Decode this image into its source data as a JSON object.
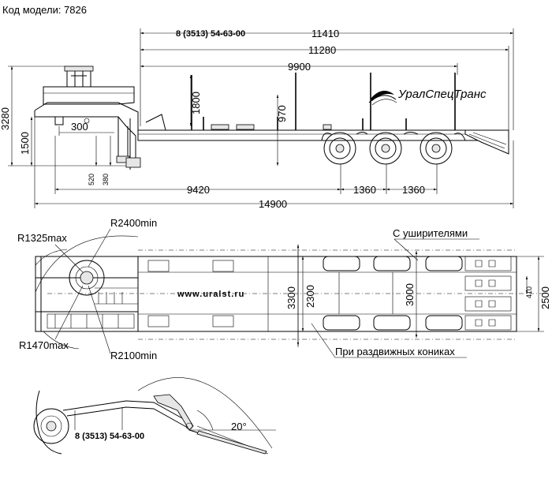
{
  "model_code": "Код модели: 7826",
  "phone": "8 (3513) 54-63-00",
  "brand": "УралСпецТранс",
  "website": "www.uralst.ru",
  "side_view": {
    "dims": {
      "total_length": "14900",
      "deck_length": "11410",
      "deck_inner": "11280",
      "stanchion_span": "9900",
      "kingpin_to_axle": "9420",
      "axle_spacing_1": "1360",
      "axle_spacing_2": "1360",
      "height_total": "3280",
      "height_deck": "1500",
      "stanchion_h": "1800",
      "stanchion_h2": "970",
      "kingpin_offset": "300",
      "kingpin_h1": "520",
      "kingpin_h2": "380"
    }
  },
  "top_view": {
    "radius_1": "R1325max",
    "radius_2": "R2400min",
    "radius_3": "R1470max",
    "radius_4": "R2100min",
    "with_extenders": "С уширителями",
    "sliding_bunks": "При раздвижных кониках",
    "dims": {
      "width_3300": "3300",
      "width_2300": "2300",
      "width_3000": "3000",
      "width_410": "410",
      "width_2500": "2500"
    }
  },
  "ramp_view": {
    "angle": "20°"
  }
}
